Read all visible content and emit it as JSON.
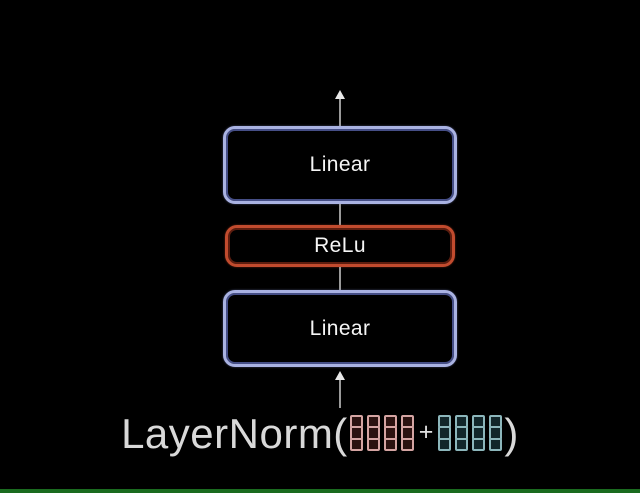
{
  "diagram": {
    "background_color": "#000000",
    "blocks": [
      {
        "label": "Linear",
        "border_color": "#a9b2e2"
      },
      {
        "label": "ReLu",
        "border_color": "#c14b2e"
      },
      {
        "label": "Linear",
        "border_color": "#a9b2e2"
      }
    ],
    "arrows": {
      "stem_color": "#9a9a9a",
      "head_color": "#e8e8e8"
    },
    "formula": {
      "prefix": "LayerNorm(",
      "operator": "+",
      "suffix": ")",
      "text_color": "#d9d9d9",
      "matrix_left": {
        "columns": 4,
        "rows": 3,
        "border_color": "#d4a4a2",
        "fill_color": "#2b1210"
      },
      "matrix_right": {
        "columns": 4,
        "rows": 3,
        "border_color": "#8cb6bb",
        "fill_color": "#12262a"
      }
    },
    "progress_bar": {
      "color": "#1a6b1f"
    }
  }
}
